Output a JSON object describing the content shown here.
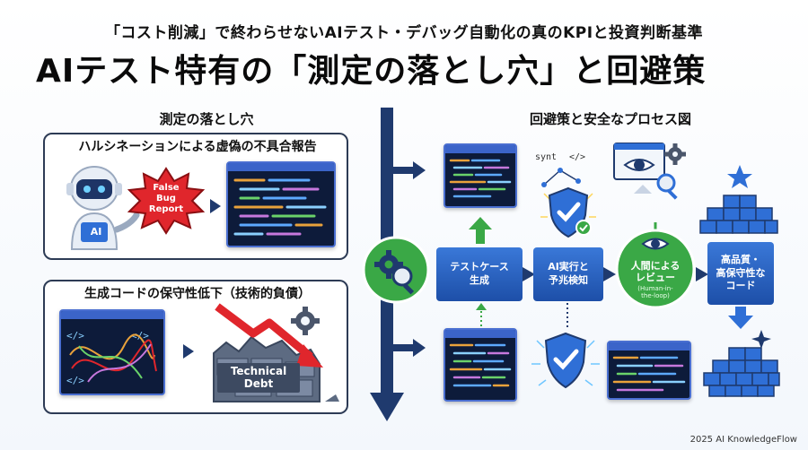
{
  "header": {
    "subtitle": "「コスト削減」で終わらせないAIテスト・デバッグ自動化の真のKPIと投資判断基準",
    "title": "AIテスト特有の「測定の落とし穴」と回避策"
  },
  "left": {
    "heading": "測定の落とし穴",
    "pitfall1": {
      "title": "ハルシネーションによる虚偽の不具合報告",
      "robot_label": "AI",
      "burst_text": "False\nBug\nReport"
    },
    "pitfall2": {
      "title": "生成コードの保守性低下（技術的負債）",
      "debt_label": "Technical\nDebt"
    }
  },
  "right": {
    "heading": "回避策と安全なプロセス図",
    "syntax_label": "synt",
    "syntax_tag": "</>",
    "flow": [
      {
        "label": "テストケース\n生成"
      },
      {
        "label": "AI実行と\n予兆検知"
      },
      {
        "label": "人間による\nレビュー",
        "sub": "(Human-in-\nthe-loop)"
      },
      {
        "label": "高品質・\n高保守性な\nコード"
      }
    ]
  },
  "footer": {
    "credit": "2025 AI KnowledgeFlow"
  },
  "colors": {
    "navy": "#1f3a6e",
    "accent_blue": "#2f6fd6",
    "green": "#3aa846",
    "red": "#e0262c",
    "code_bg": "#0d1b3a"
  }
}
